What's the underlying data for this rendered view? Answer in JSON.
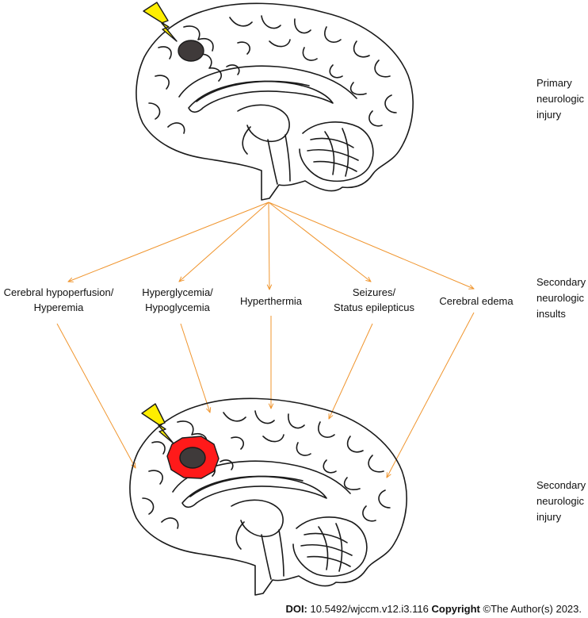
{
  "stages": {
    "primary": [
      "Primary",
      "neurologic",
      "injury"
    ],
    "secondary_insults": [
      "Secondary",
      "neurologic",
      "insults"
    ],
    "secondary_injury": [
      "Secondary",
      "neurologic",
      "injury"
    ]
  },
  "insults": [
    [
      "Cerebral hypoperfusion/",
      "Hyperemia"
    ],
    [
      "Hyperglycemia/",
      "Hypoglycemia"
    ],
    [
      "Hyperthermia"
    ],
    [
      "Seizures/",
      "Status epilepticus"
    ],
    [
      "Cerebral edema"
    ]
  ],
  "footer": {
    "doi_label": "DOI:",
    "doi_value": "10.5492/wjccm.v12.i3.116",
    "copyright_label": "Copyright",
    "copyright_value": "©The Author(s) 2023."
  },
  "colors": {
    "arrow": "#f0952e",
    "lesion_core": "#3f3a3a",
    "lesion_halo": "#ff1a1a",
    "lightning": "#ffee00",
    "outline": "#1a1a1a"
  },
  "icons": [
    "brain-illustration",
    "lightning-bolt-icon",
    "lesion-icon"
  ]
}
